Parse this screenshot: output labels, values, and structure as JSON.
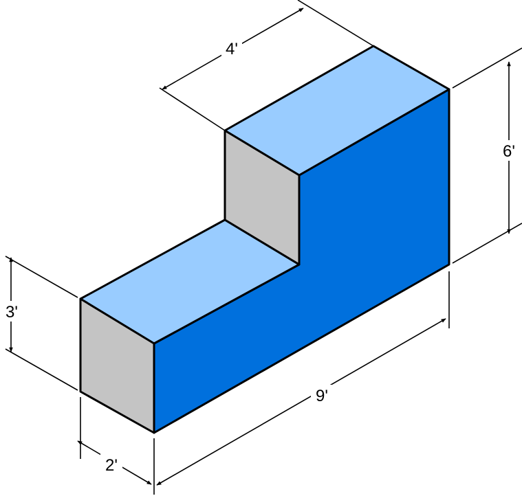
{
  "colors": {
    "top_face": "#99CCFF",
    "front_face": "#0070DD",
    "side_face": "#C4C4C4",
    "outline": "#000000"
  },
  "dimensions": {
    "length": "9'",
    "height": "6'",
    "step_height": "3'",
    "step_depth": "2'",
    "top_width": "4'"
  }
}
